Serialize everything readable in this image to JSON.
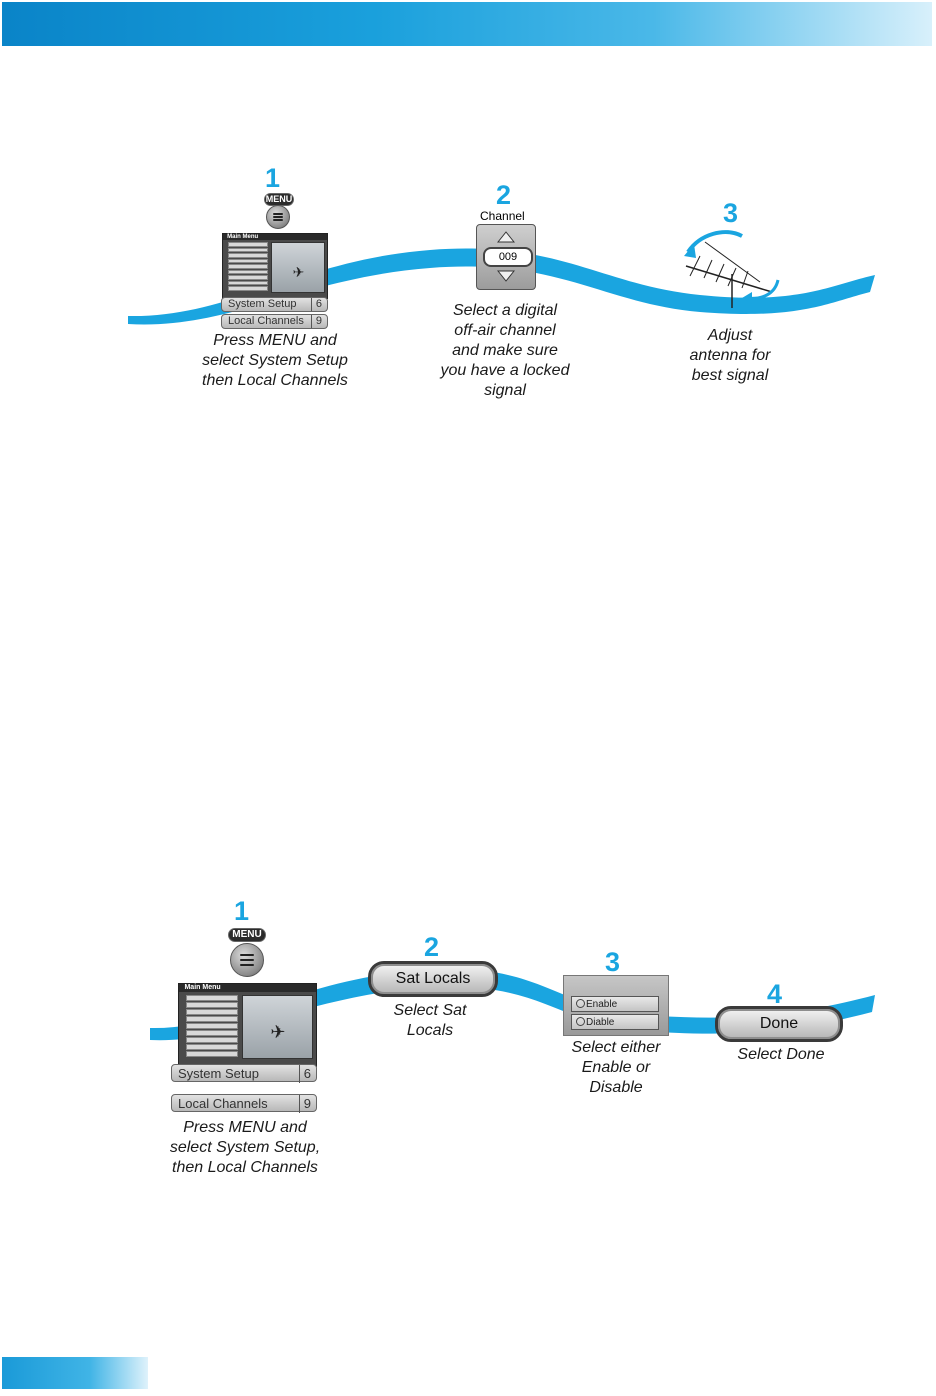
{
  "colors": {
    "accent": "#1aa5e0",
    "dark_button": "#2b2b2b"
  },
  "top_section": {
    "step1": {
      "number": "1",
      "menu_label": "MENU",
      "tv_title": "Main Menu",
      "bar1_label": "System Setup",
      "bar1_num": "6",
      "bar2_label": "Local Channels",
      "bar2_num": "9",
      "caption": [
        "Press MENU and",
        "select System Setup",
        "then Local Channels"
      ]
    },
    "step2": {
      "number": "2",
      "title": "Channel",
      "channel_value": "009",
      "caption": [
        "Select a digital",
        "off-air channel",
        "and make sure",
        "you have a locked",
        "signal"
      ]
    },
    "step3": {
      "number": "3",
      "icon": "antenna-icon",
      "caption": [
        "Adjust",
        "antenna for",
        "best signal"
      ]
    }
  },
  "bottom_section": {
    "step1": {
      "number": "1",
      "menu_label": "MENU",
      "tv_title": "Main Menu",
      "bar1_label": "System Setup",
      "bar1_num": "6",
      "bar2_label": "Local Channels",
      "bar2_num": "9",
      "caption": [
        "Press MENU and",
        "select System Setup,",
        "then Local Channels"
      ]
    },
    "step2": {
      "number": "2",
      "button_label": "Sat Locals",
      "caption": [
        "Select Sat",
        "Locals"
      ]
    },
    "step3": {
      "number": "3",
      "option1": "Enable",
      "option2": "Diable",
      "caption": [
        "Select either",
        "Enable or",
        "Disable"
      ]
    },
    "step4": {
      "number": "4",
      "button_label": "Done",
      "caption": [
        "Select Done"
      ]
    }
  }
}
